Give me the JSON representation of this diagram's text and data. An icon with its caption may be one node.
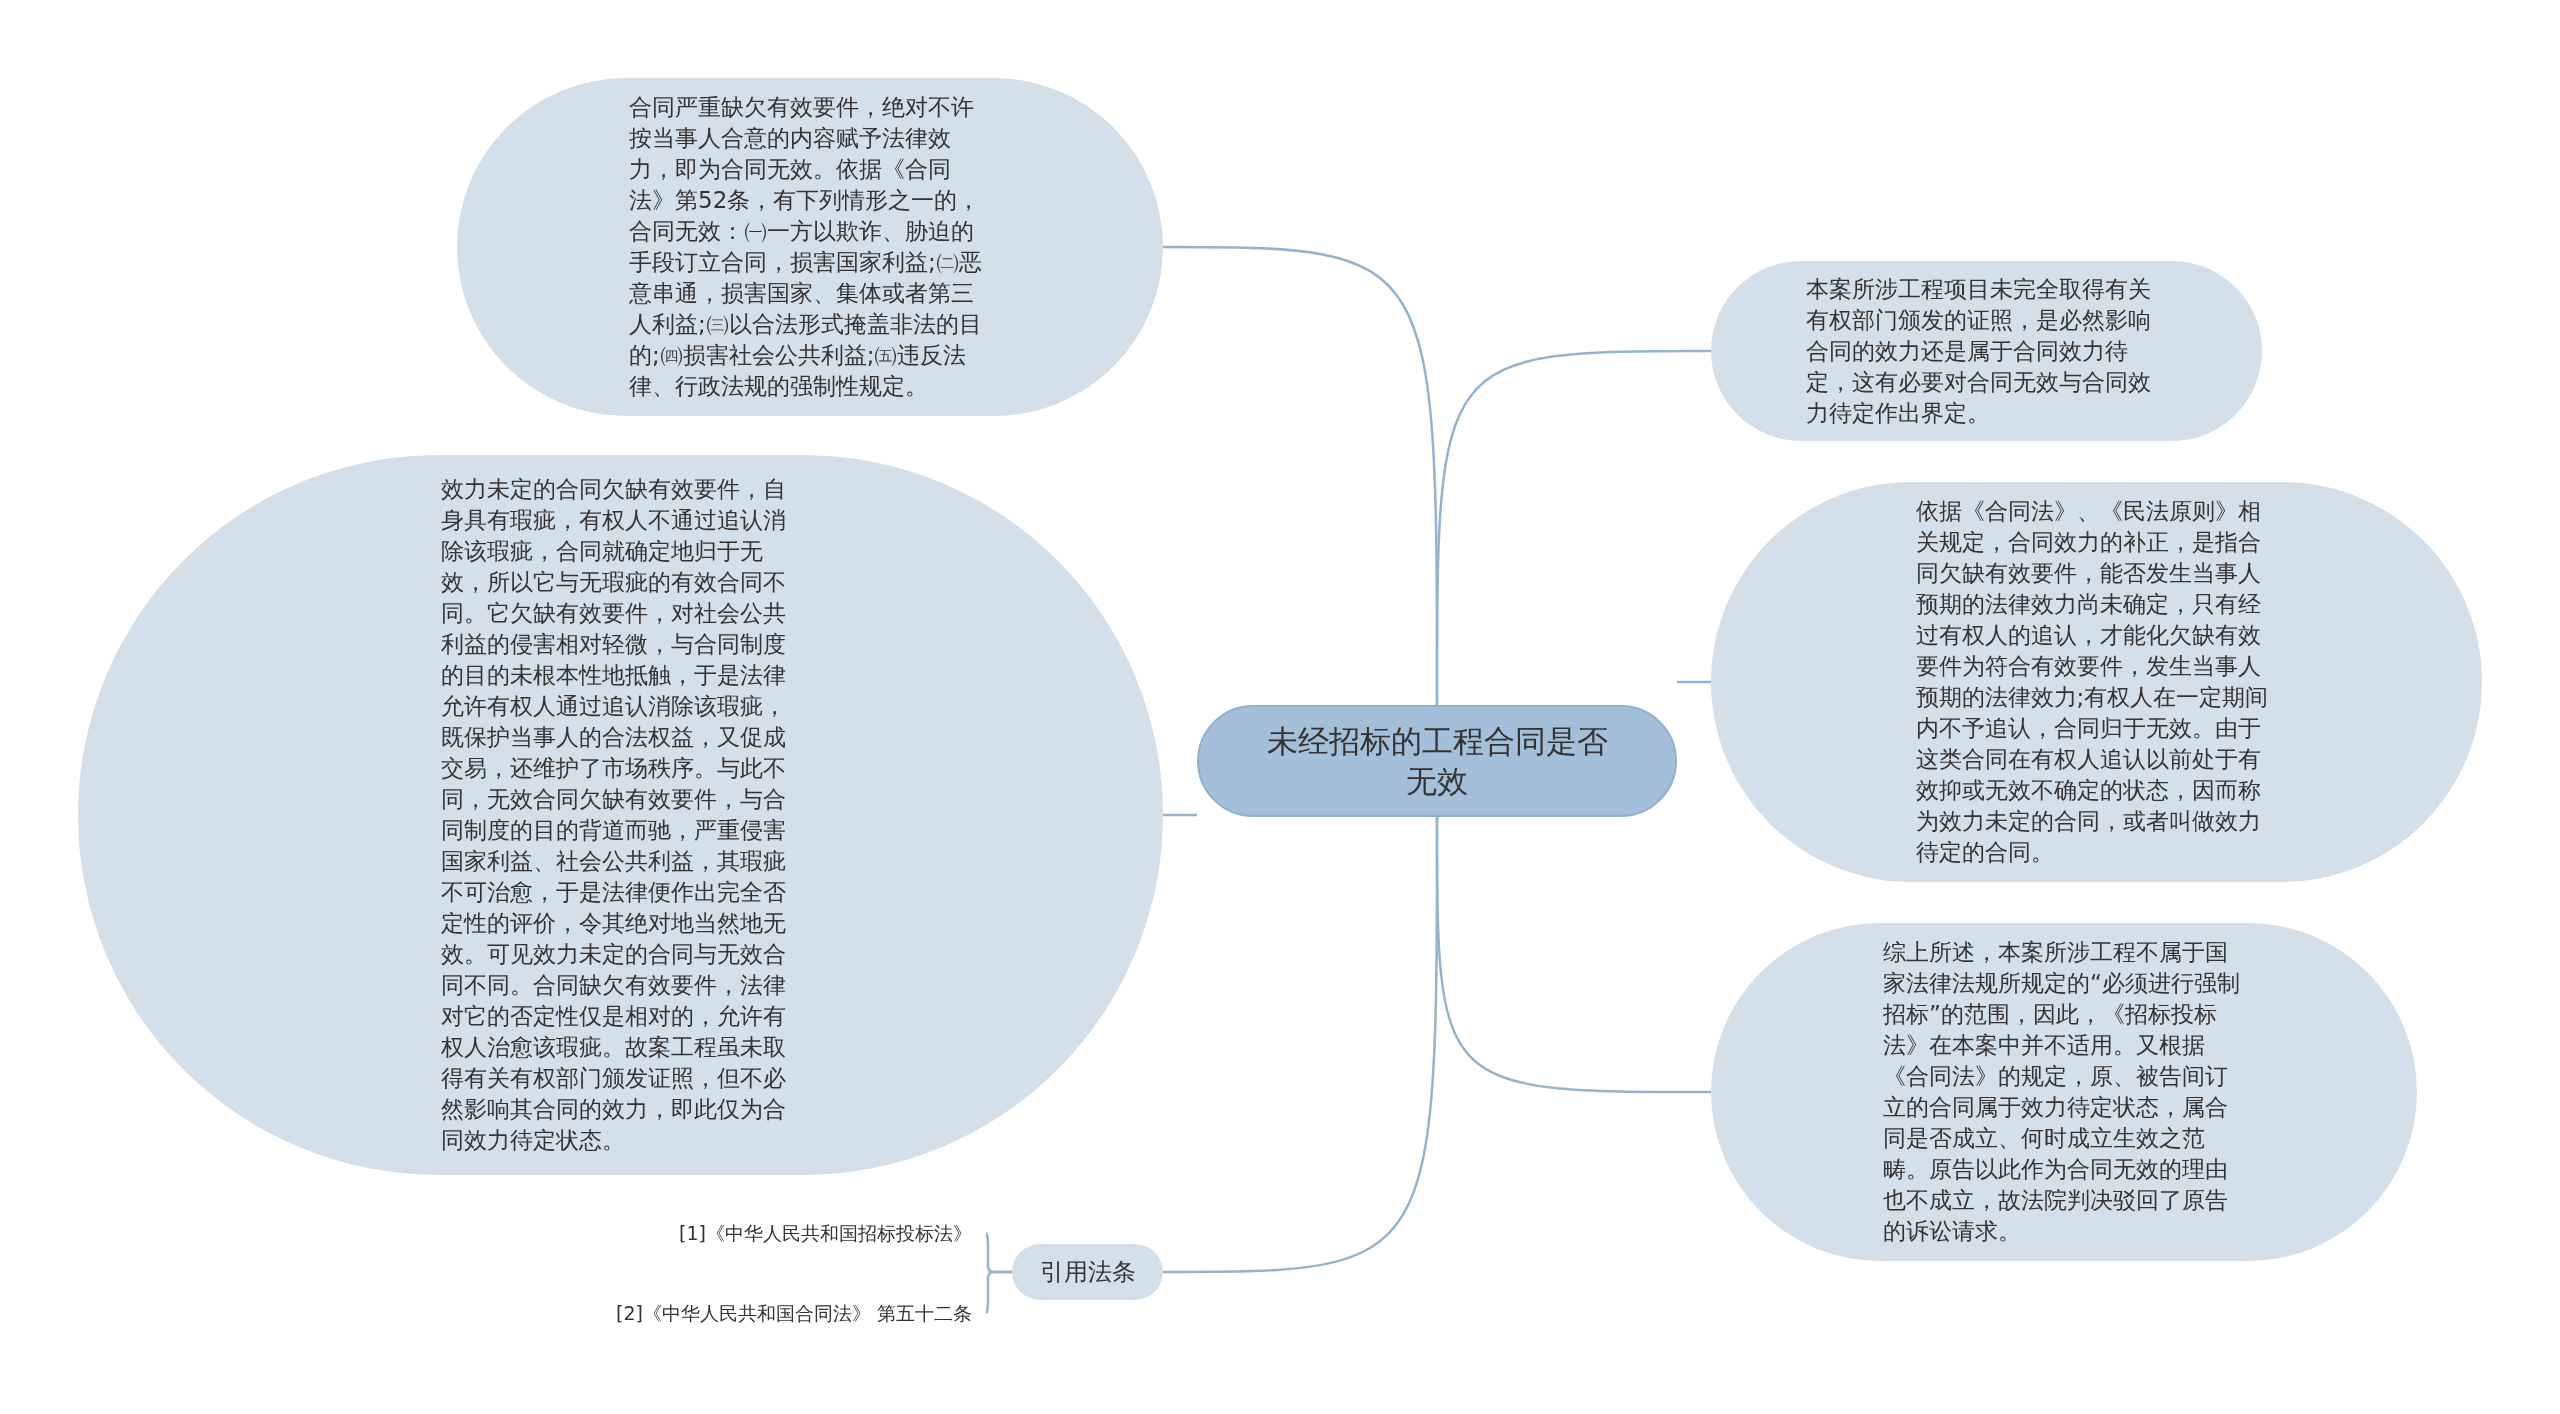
{
  "diagram": {
    "nodes": [
      {
        "text": [
          "未经招标的工程合同是否无效"
        ]
      },
      {
        "text": [
          "合同严重缺欠有效要件，绝对不许按当事人合意的内容赋予法律效力，即为合同无效。依据《合同法》第52条，有下列情形之一的，合同无效：㈠一方以欺诈、胁迫的手段订立合同，损害国家利益;㈡恶意串通，损害国家、集体或者第三人利益;㈢以合法形式掩盖非法的目的;㈣损害社会公共利益;㈤违反法律、行政法规的强制性规定。"
        ]
      },
      {
        "text": [
          "效力未定的合同欠缺有效要件，自身具有瑕疵，有权人不通过追认消除该瑕疵，合同就确定地归于无效，所以它与无瑕疵的有效合同不同。它欠缺有效要件，对社会公共利益的侵害相对轻微，与合同制度的目的未根本性地抵触，于是法律允许有权人通过追认消除该瑕疵，既保护当事人的合法权益，又促成交易，还维护了市场秩序。与此不同，无效合同欠缺有效要件，与合同制度的目的背道而驰，严重侵害国家利益、社会公共利益，其瑕疵不可治愈，于是法律便作出完全否定性的评价，令其绝对地当然地无效。可见效力未定的合同与无效合同不同。合同缺欠有效要件，法律对它的否定性仅是相对的，允许有权人治愈该瑕疵。故案工程虽未取得有关有权部门颁发证照，但不必然影响其合同的效力，即此仅为合同效力待定状态。"
        ]
      },
      {
        "text": [
          "引用法条"
        ]
      },
      {
        "text": [
          "[1]《中华人民共和国招标投标法》"
        ]
      },
      {
        "text": [
          "[2]《中华人民共和国合同法》 第五十二条"
        ]
      },
      {
        "text": [
          "本案所涉工程项目未完全取得有关有权部门颁发的证照，是必然影响合同的效力还是属于合同效力待定，这有必要对合同无效与合同效力待定作出界定。"
        ]
      },
      {
        "text": [
          "依据《合同法》、《民法原则》相关规定，合同效力的补正，是指合同欠缺有效要件，能否发生当事人预期的法律效力尚未确定，只有经过有权人的追认，才能化欠缺有效要件为符合有效要件，发生当事人预期的法律效力;有权人在一定期间内不予追认，合同归于无效。由于这类合同在有权人追认以前处于有效抑或无效不确定的状态，因而称为效力未定的合同，或者叫做效力待定的合同。"
        ]
      },
      {
        "text": [
          "综上所述，本案所涉工程不属于国家法律法规所规定的“必须进行强制招标”的范围，因此，《招标投标法》在本案中并不适用。又根据《合同法》的规定，原、被告间订立的合同属于效力待定状态，属合同是否成立、何时成立生效之范畴。原告以此作为合同无效的理由也不成立，故法院判决驳回了原告的诉讼请求。"
        ]
      }
    ],
    "edges": [
      {
        "from": 0,
        "to": 1,
        "arrow": "none"
      },
      {
        "from": 0,
        "to": 2,
        "arrow": "none"
      },
      {
        "from": 0,
        "to": 3,
        "arrow": "none"
      },
      {
        "from": 3,
        "to": 4,
        "arrow": "none"
      },
      {
        "from": 3,
        "to": 5,
        "arrow": "none"
      },
      {
        "from": 0,
        "to": 6,
        "arrow": "none"
      },
      {
        "from": 0,
        "to": 7,
        "arrow": "none"
      },
      {
        "from": 0,
        "to": 8,
        "arrow": "none"
      }
    ]
  }
}
